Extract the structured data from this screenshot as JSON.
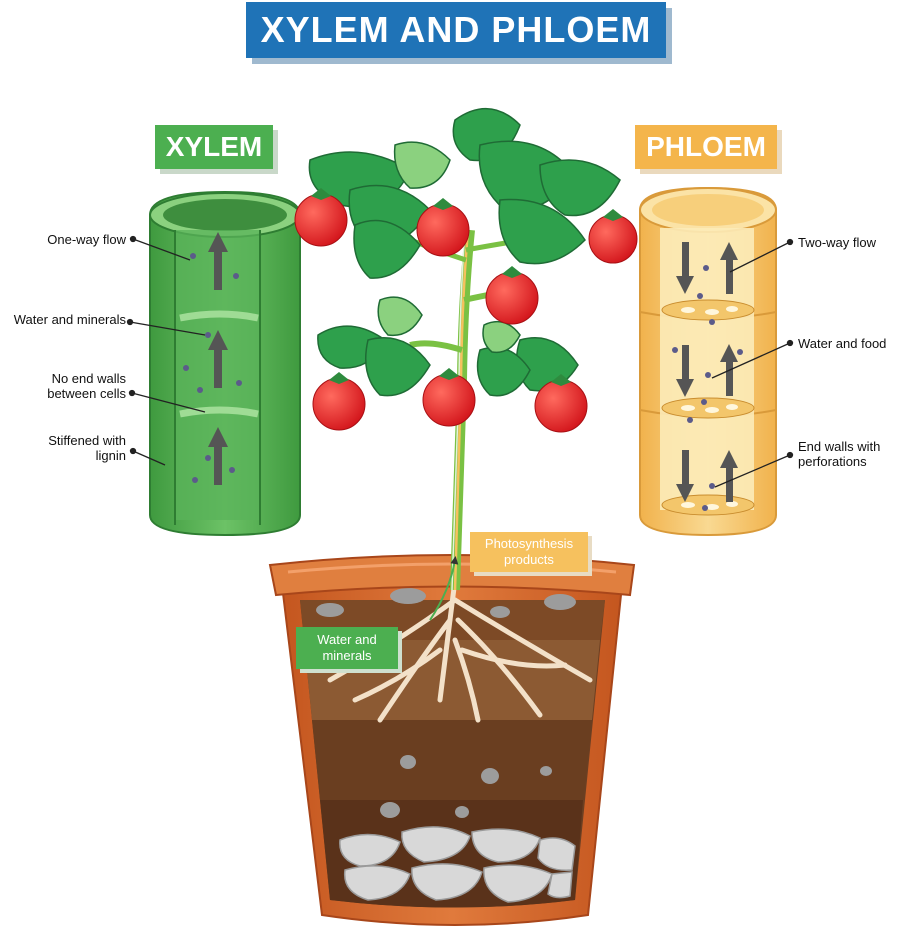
{
  "title": "XYLEM AND PHLOEM",
  "xylem": {
    "heading": "XYLEM",
    "labels": {
      "one_way_flow": "One-way flow",
      "water_minerals": "Water and minerals",
      "no_end_walls_1": "No end walls",
      "no_end_walls_2": "between cells",
      "stiffened_1": "Stiffened with",
      "stiffened_2": "lignin"
    }
  },
  "phloem": {
    "heading": "PHLOEM",
    "labels": {
      "two_way_flow": "Two-way flow",
      "water_food": "Water and food",
      "end_walls_1": "End walls with",
      "end_walls_2": "perforations"
    }
  },
  "plant": {
    "photosynthesis_1": "Photosynthesis",
    "photosynthesis_2": "products",
    "water_1": "Water and",
    "water_2": "minerals"
  },
  "colors": {
    "title_bg": "#1f73b7",
    "xylem_green": "#4caf50",
    "phloem_orange": "#f4b54b",
    "pot": "#d2662c",
    "tomato": "#e32227"
  }
}
